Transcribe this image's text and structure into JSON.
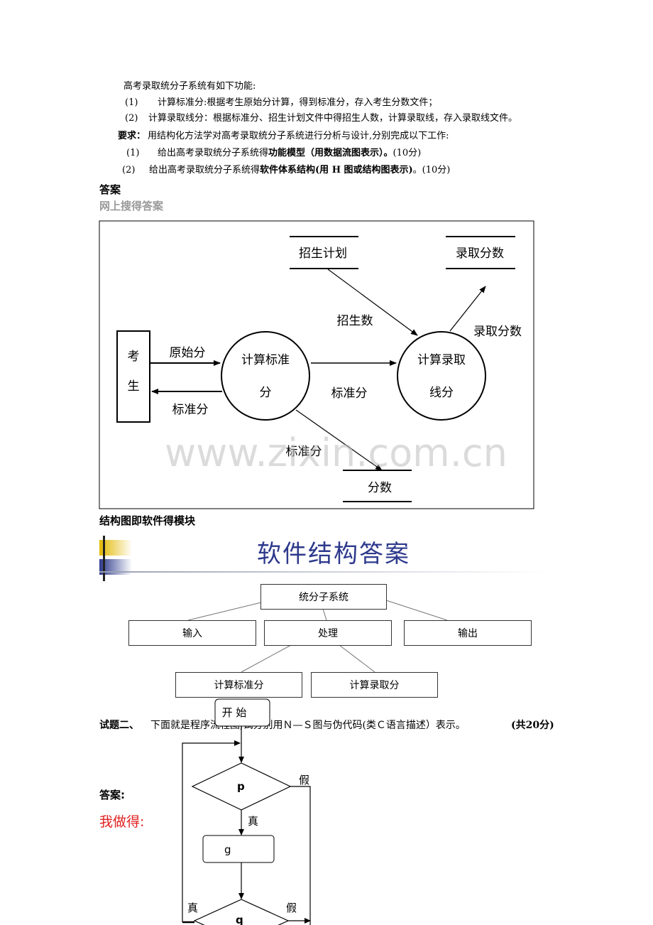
{
  "intro": {
    "line0": "高考录取统分子系统有如下功能:",
    "line1_num": "(1)",
    "line1_text": "计算标准分:根据考生原始分计算，得到标准分，存入考生分数文件；",
    "line2_num": "(2)",
    "line2_text": "计算录取线分：根据标准分、招生计划文件中得招生人数，计算录取线，存入录取线文件。",
    "req_label": "要求：",
    "req_text": "用结构化方法学对高考录取统分子系统进行分析与设计,分别完成以下工作:",
    "req1_num": "(1)",
    "req1_pre": "给出高考录取统分子系统得",
    "req1_bold": "功能模型（用数据流图表示）。",
    "req1_post": "(10分)",
    "req2_num": "(2)",
    "req2_pre": "给出高考录取统分子系统得",
    "req2_bold": "软件体系结构(用 H 图或结构图表示)",
    "req2_post": "。(10分)"
  },
  "answer_heading": "答案",
  "web_answer": "网上搜得答案",
  "dfd": {
    "examinee_1": "考",
    "examinee_2": "生",
    "raw_score": "原始分",
    "std_score_back": "标准分",
    "proc1_line1": "计算标准",
    "proc1_line2": "分",
    "proc2_line1": "计算录取",
    "proc2_line2": "线分",
    "std_score_mid": "标准分",
    "std_score_down": "标准分",
    "enroll_plan": "招生计划",
    "enroll_count": "招生数",
    "admit_score_store": "录取分数",
    "admit_score_flow": "录取分数",
    "score_store": "分数"
  },
  "watermark": "www.zixin.com.cn",
  "structure_caption": "结构图即软件得模块",
  "banner_title": "软件结构答案",
  "tree": {
    "root": "统分子系统",
    "input": "输入",
    "process": "处理",
    "output": "输出",
    "calc_std": "计算标准分",
    "calc_line": "计算录取分"
  },
  "q2": {
    "label": "试题二、",
    "text": "下面就是程序流程图,试分别用Ｎ—Ｓ图与伪代码(类Ｃ语言描述）表示。",
    "points": "(共20分)"
  },
  "answer2": "答案:",
  "my_answer": "我做得:",
  "flow": {
    "start": "开 始",
    "p": "p",
    "false1": "假",
    "true1": "真",
    "g": "g",
    "true2": "真",
    "false2": "假",
    "q": "q"
  }
}
